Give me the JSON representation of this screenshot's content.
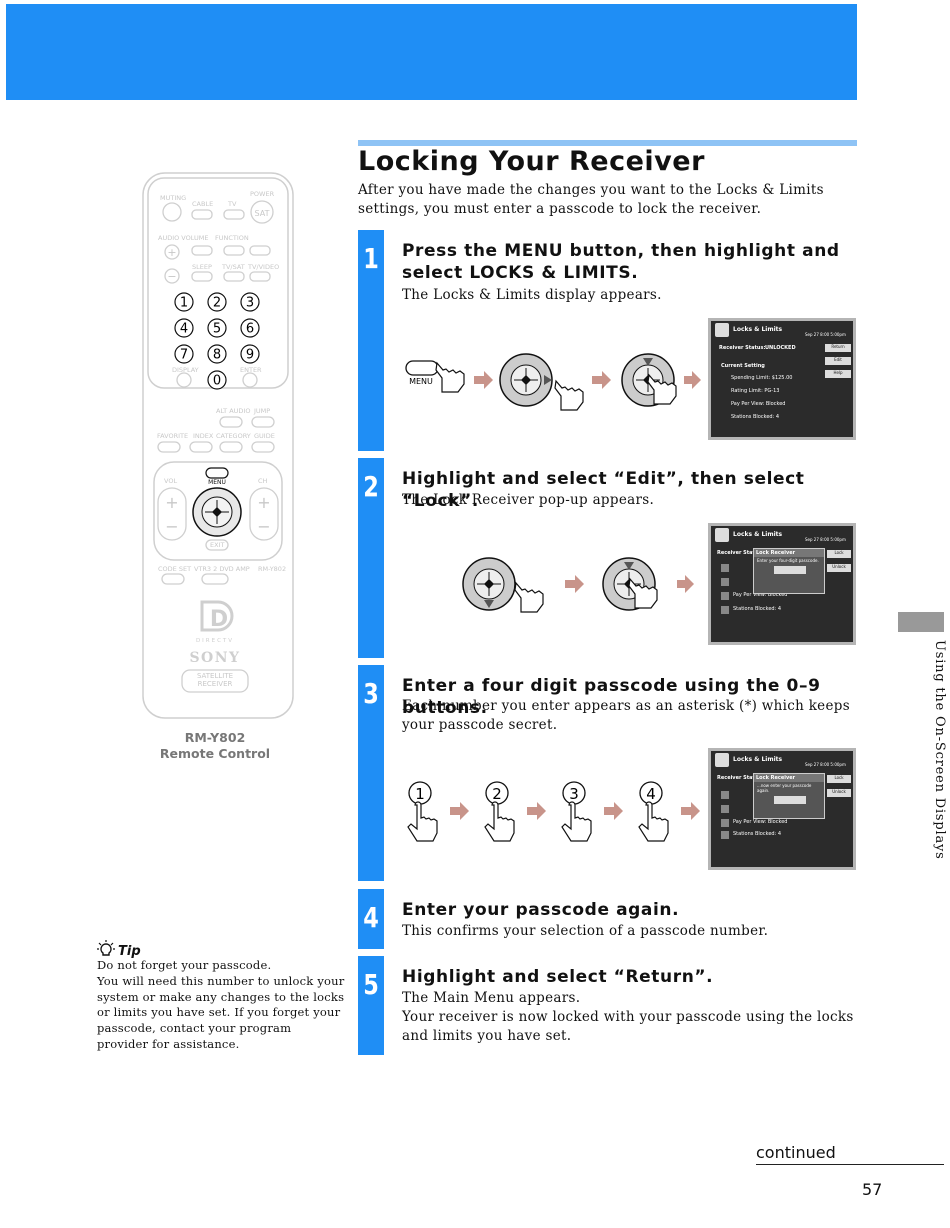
{
  "page": {
    "title": "Locking Your Receiver",
    "intro": "After you have made the changes you want to the Locks & Limits settings, you must enter a passcode to lock the receiver.",
    "side_label": "Using the On-Screen Displays",
    "continued": "continued",
    "page_number": "57"
  },
  "steps": [
    {
      "number": "1",
      "title": "Press the MENU button, then highlight and select LOCKS & LIMITS.",
      "desc": "The Locks & Limits display appears."
    },
    {
      "number": "2",
      "title": "Highlight and select “Edit”, then select “Lock”.",
      "desc": "The Lock Receiver pop-up appears."
    },
    {
      "number": "3",
      "title": "Enter a four digit passcode using the 0–9 buttons.",
      "desc": "Each number you enter appears as an asterisk (*) which keeps your passcode secret."
    },
    {
      "number": "4",
      "title": "Enter your passcode again.",
      "desc": "This confirms your selection of a passcode number."
    },
    {
      "number": "5",
      "title": "Highlight and select “Return”.",
      "desc": "The Main Menu appears.\nYour receiver is now locked with your passcode using the locks and limits you have set."
    }
  ],
  "remote": {
    "caption_model": "RM-Y802",
    "caption_label": "Remote Control",
    "brand": "SONY",
    "sub_brand": "SATELLITE RECEIVER",
    "logo": "DIRECTV",
    "labels": {
      "muting": "MUTING",
      "cable": "CABLE",
      "tv": "TV",
      "power": "POWER",
      "sat": "SAT",
      "audio_volume": "AUDIO VOLUME",
      "function": "FUNCTION",
      "sleep": "SLEEP",
      "tv_sat": "TV/SAT",
      "tv_video": "TV/VIDEO",
      "display": "DISPLAY",
      "enter": "ENTER",
      "alt_audio": "ALT AUDIO",
      "jump": "JUMP",
      "favorite": "FAVORITE",
      "index": "INDEX",
      "category": "CATEGORY",
      "guide": "GUIDE",
      "vol": "VOL",
      "ch": "CH",
      "menu": "MENU",
      "exit": "EXIT",
      "code_set": "CODE SET",
      "vtr_dvd_amp": "VTR3 2 DVD AMP",
      "model": "RM-Y802"
    },
    "digits": [
      "1",
      "2",
      "3",
      "4",
      "5",
      "6",
      "7",
      "8",
      "9",
      "0"
    ]
  },
  "illustrations": {
    "menu_label": "MENU",
    "keypad_digits": [
      "1",
      "2",
      "3",
      "4"
    ]
  },
  "screens": {
    "header": "Locks & Limits",
    "datetime": "Sep 27 8:00 5:00pm",
    "receiver_status": "Receiver Status:",
    "status_value": "UNLOCKED",
    "current_setting": "Current Setting",
    "spending_limit": "Spending Limit:",
    "spending_value": "$125.00",
    "rating_limit": "Rating Limit:",
    "rating_value": "PG-13",
    "ppv": "Pay Per View:",
    "ppv_value": "Blocked",
    "stations": "Stations Blocked:",
    "stations_value": "4",
    "btn_return": "Return",
    "btn_edit": "Edit",
    "btn_help": "Help",
    "btn_lock": "Lock",
    "btn_unlock": "Unlock",
    "popup_title": "Lock Receiver",
    "popup_msg1": "Enter your four-digit passcode.",
    "popup_msg2": "...now enter your passcode again."
  },
  "tip": {
    "label": "Tip",
    "lines": [
      "Do not forget your passcode.",
      "You will need this number to unlock your system or make any changes to the locks or limits you have set. If you forget your passcode, contact your program provider for assistance."
    ]
  },
  "colors": {
    "accent": "#1f8ef5",
    "light_accent": "#8ec3f5",
    "arrow": "#c8948a",
    "screen_bg": "#2b2b2b"
  }
}
